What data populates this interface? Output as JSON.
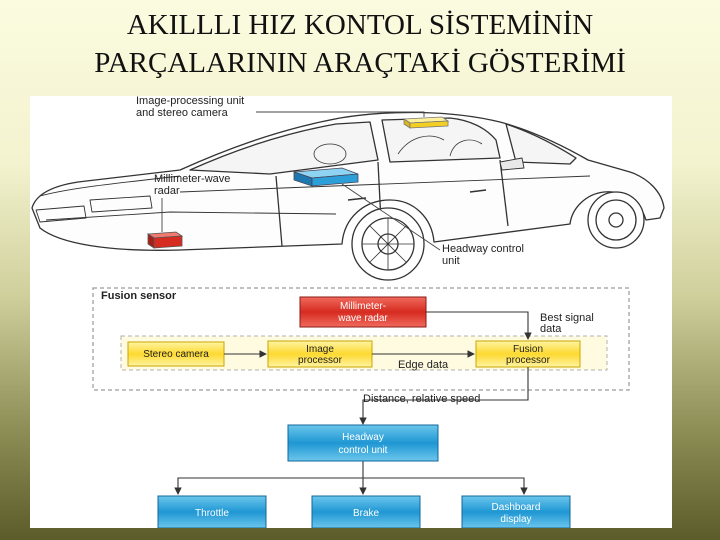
{
  "title": {
    "line1": "AKILLLI HIZ KONTOL SİSTEMİNİN",
    "line2": "PARÇALARININ ARAÇTAKİ GÖSTERİMİ"
  },
  "car_labels": {
    "image_processing": [
      "Image-processing unit",
      "and stereo camera"
    ],
    "radar": [
      "Millimeter-wave",
      "radar"
    ],
    "headway": [
      "Headway control",
      "unit"
    ]
  },
  "block_diagram": {
    "fusion_sensor_label": "Fusion sensor",
    "radar_box": [
      "Millimeter-",
      "wave radar"
    ],
    "stereo_camera": "Stereo camera",
    "image_processor": [
      "Image",
      "processor"
    ],
    "fusion_processor": [
      "Fusion",
      "processor"
    ],
    "edge_data": "Edge data",
    "best_signal": [
      "Best signal",
      "data"
    ],
    "distance": "Distance, relative speed",
    "headway_unit": [
      "Headway",
      "control unit"
    ],
    "throttle": "Throttle",
    "brake": "Brake",
    "dashboard": [
      "Dashboard",
      "display"
    ]
  },
  "colors": {
    "radar_red": "#d62b20",
    "yellow_box": "#fde03a",
    "blue_box": "#2aa3db",
    "dashed_border": "#9a9a9a"
  }
}
